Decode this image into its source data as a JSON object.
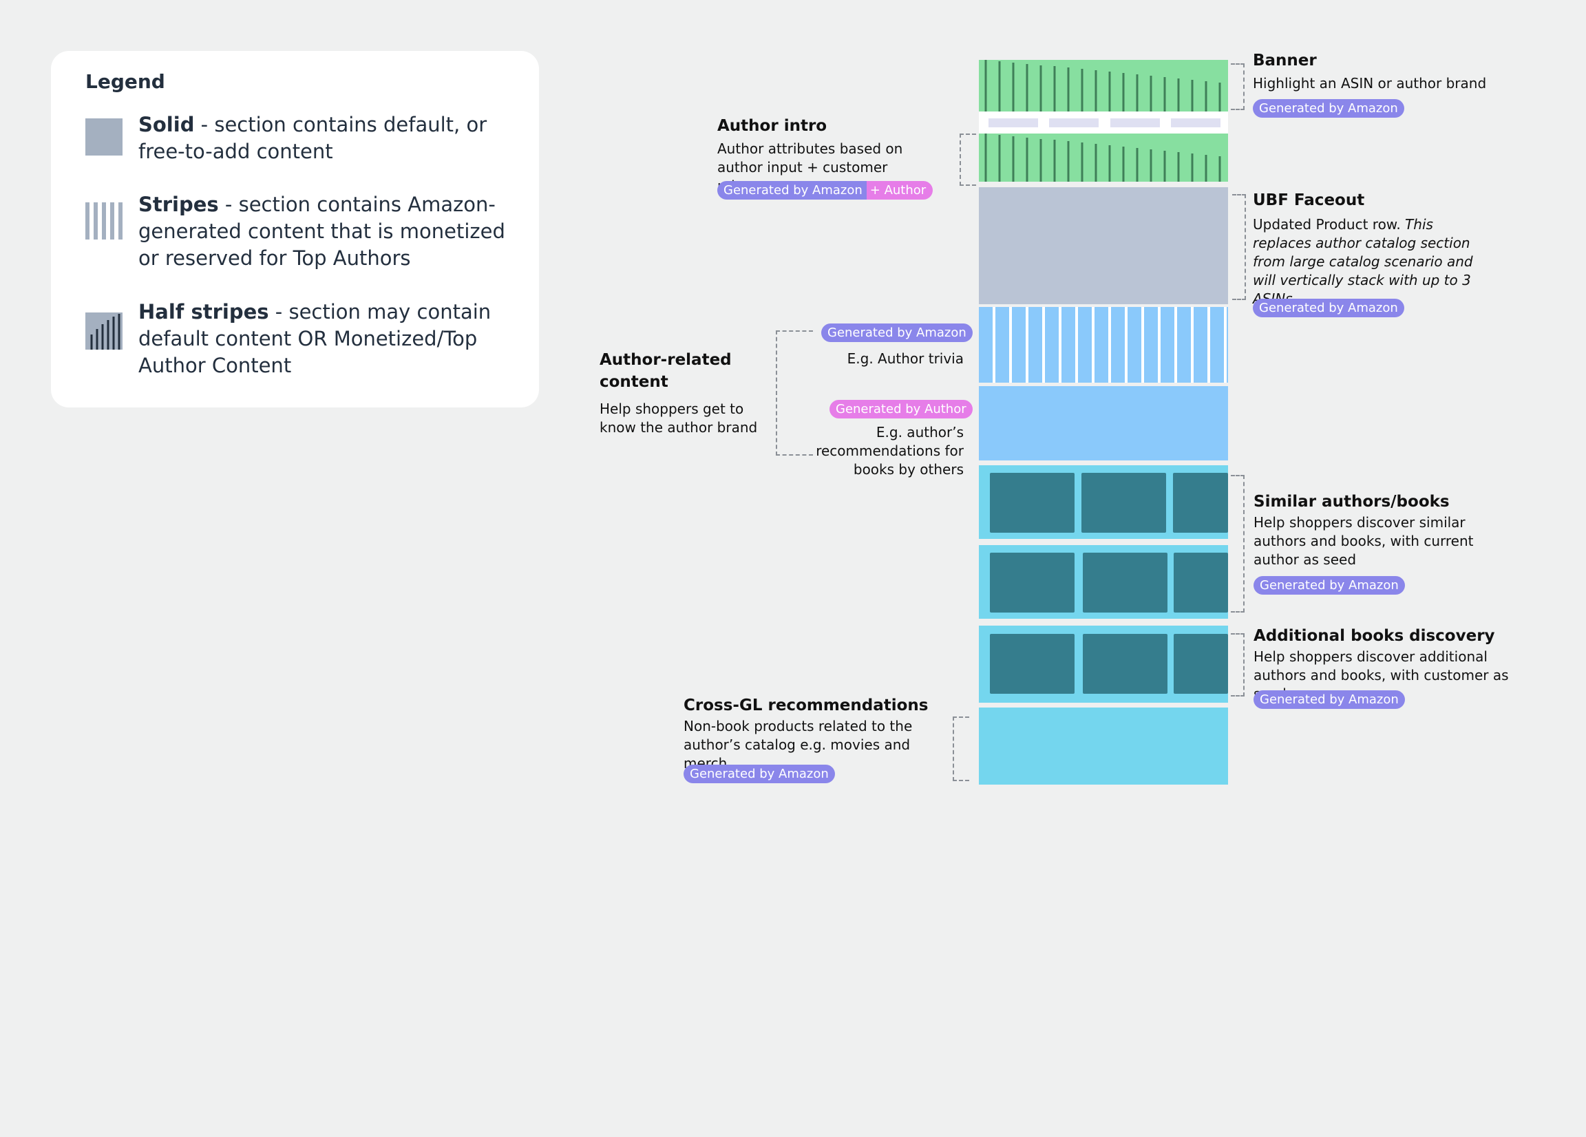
{
  "legend": {
    "title": "Legend",
    "items": [
      {
        "name": "Solid",
        "desc": " - section contains default, or free-to-add content"
      },
      {
        "name": "Stripes",
        "desc": " - section contains Amazon-generated content that is monetized or reserved for Top Authors"
      },
      {
        "name": "Half stripes",
        "desc": " - section may contain default content OR Monetized/Top Author Content"
      }
    ]
  },
  "annotations": {
    "banner": {
      "title": "Banner",
      "desc": "Highlight an ASIN or author brand",
      "pill": "Generated by Amazon"
    },
    "author_intro": {
      "title": "Author intro",
      "desc": "Author attributes based on author input + customer relevancy.",
      "pill_a": "Generated by Amazon",
      "pill_b": "+ Author"
    },
    "ubf": {
      "title": "UBF Faceout",
      "desc_plain": "Updated Product row. ",
      "desc_italic": "This replaces author catalog section from large catalog scenario and will vertically stack with up to 3 ASINs",
      "pill": "Generated by Amazon"
    },
    "author_related": {
      "title": "Author-related content",
      "desc": "Help shoppers get to know the author brand",
      "pill1": "Generated by Amazon",
      "item1": "E.g. Author trivia",
      "pill2": "Generated by Author",
      "item2": "E.g. author’s recommendations for books by others"
    },
    "similar": {
      "title": "Similar authors/books",
      "desc": "Help shoppers discover similar authors and books, with current author as seed",
      "pill": "Generated by Amazon"
    },
    "additional": {
      "title": "Additional books discovery",
      "desc": "Help shoppers discover additional authors and books, with customer as seed",
      "pill": "Generated by Amazon"
    },
    "crossgl": {
      "title": "Cross-GL recommendations",
      "desc": "Non-book products related to the author’s catalog e.g. movies and merch",
      "pill": "Generated by Amazon"
    }
  },
  "colors": {
    "green": "#87dfa0",
    "grey": "#bac4d5",
    "blue": "#8ac9fb",
    "cyan": "#74d6ee",
    "card": "#357d8d",
    "pill_amazon": "#8a86ea",
    "pill_author": "#e67de8"
  }
}
